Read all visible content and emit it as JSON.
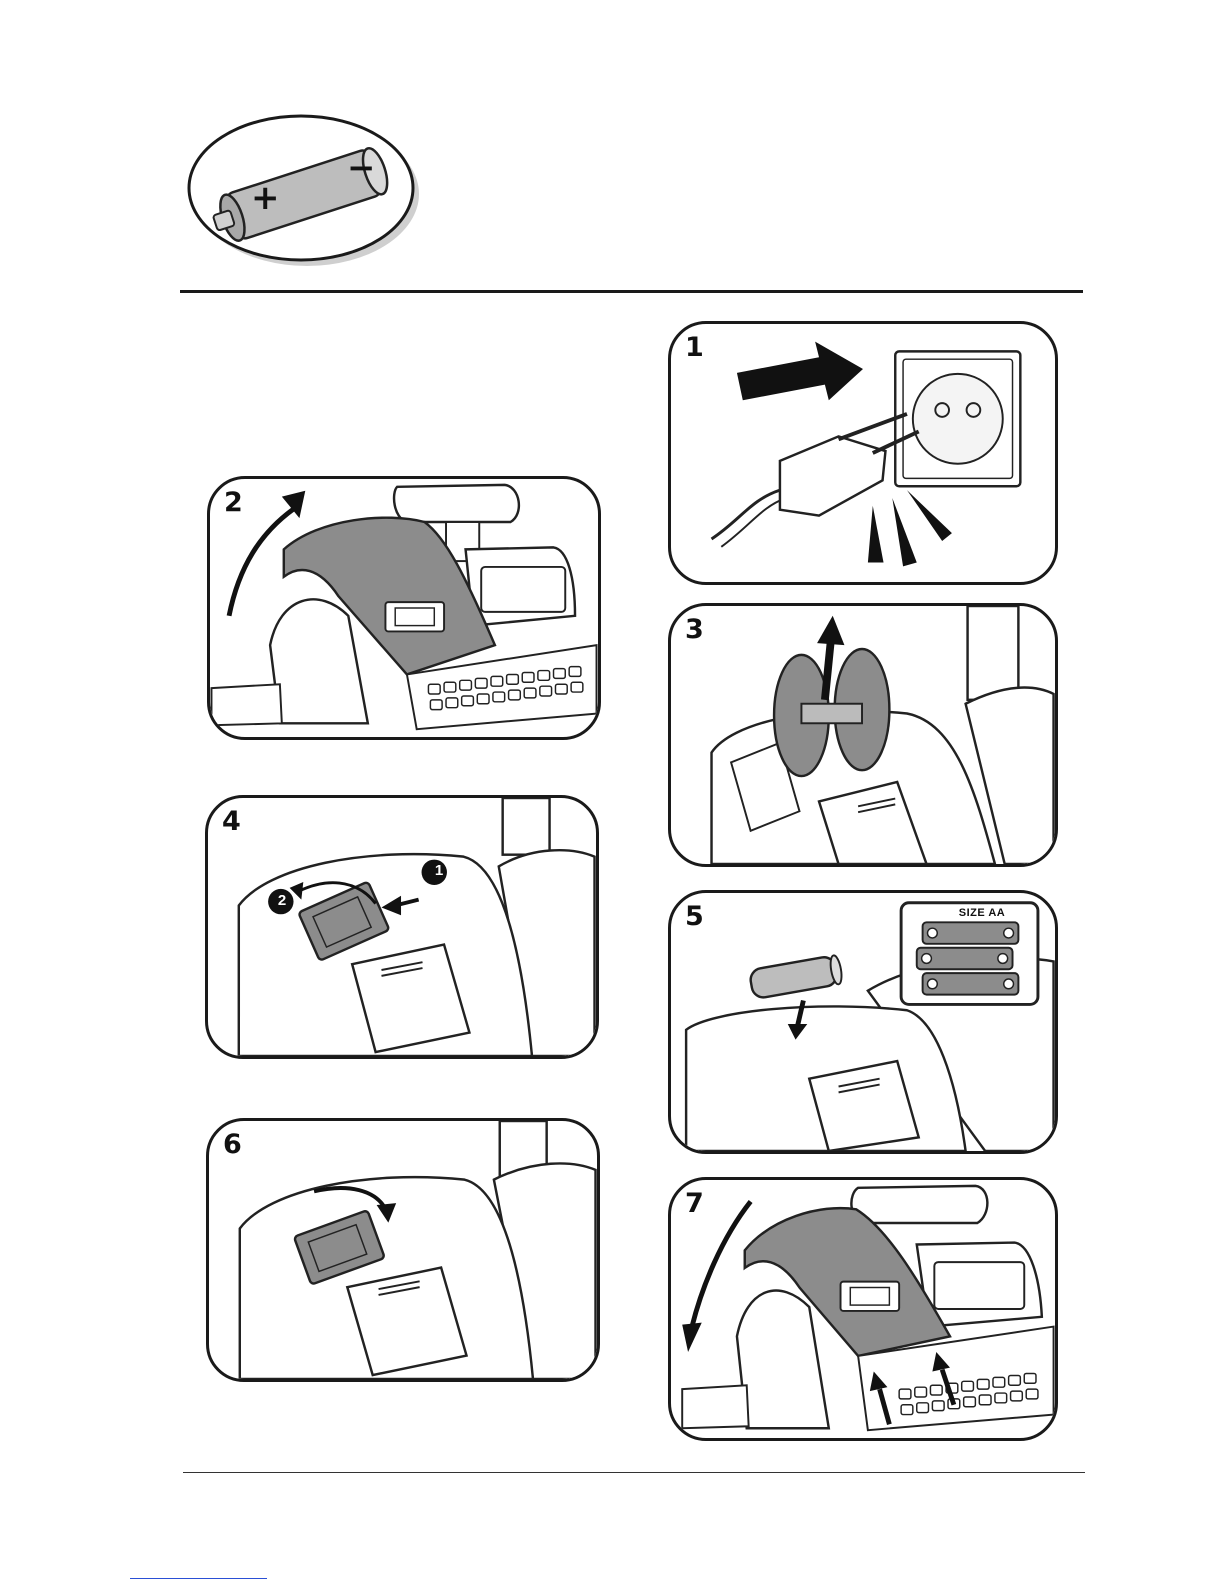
{
  "battery_icon": {
    "plus": "+",
    "minus": "−"
  },
  "steps": [
    {
      "number": "1"
    },
    {
      "number": "2"
    },
    {
      "number": "3"
    },
    {
      "number": "4",
      "callouts": [
        "1",
        "2"
      ]
    },
    {
      "number": "5",
      "battery_holder_label": "SIZE AA"
    },
    {
      "number": "6"
    },
    {
      "number": "7"
    }
  ]
}
